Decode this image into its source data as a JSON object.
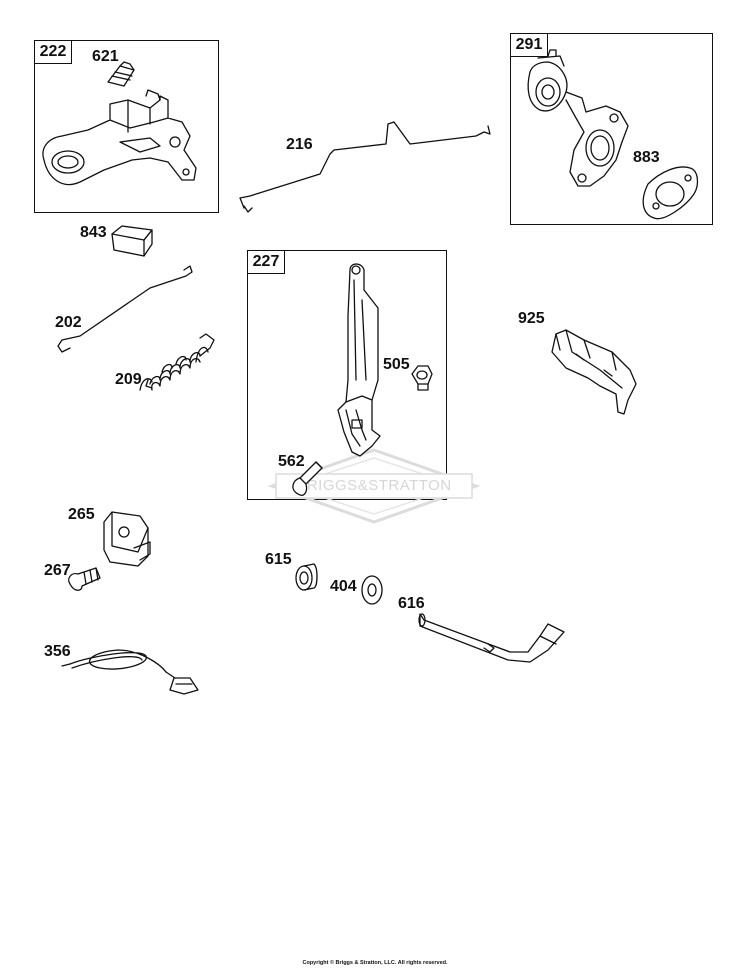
{
  "groups": {
    "g222": "222",
    "g291": "291",
    "g227": "227"
  },
  "parts": {
    "p621": "621",
    "p216": "216",
    "p883": "883",
    "p843": "843",
    "p202": "202",
    "p209": "209",
    "p505": "505",
    "p562": "562",
    "p925": "925",
    "p265": "265",
    "p267": "267",
    "p615": "615",
    "p404": "404",
    "p616": "616",
    "p356": "356"
  },
  "watermark": "BRIGGS&STRATTON",
  "copyright": "Copyright © Briggs & Stratton, LLC. All rights reserved."
}
